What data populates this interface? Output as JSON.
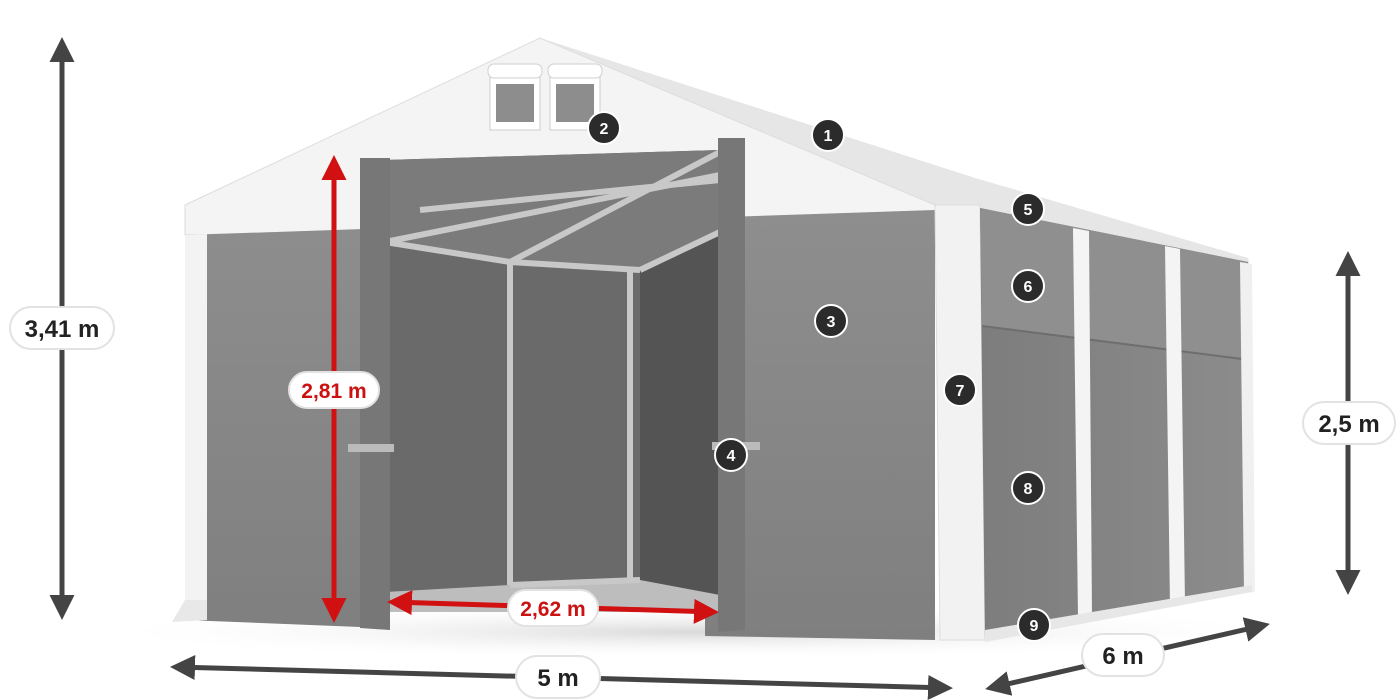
{
  "dimensions": {
    "total_height": "3,41 m",
    "door_height": "2,81 m",
    "door_width": "2,62 m",
    "side_height": "2,5 m",
    "length": "6 m",
    "width": "5 m"
  },
  "markers": [
    "1",
    "2",
    "3",
    "4",
    "5",
    "6",
    "7",
    "8",
    "9"
  ],
  "colors": {
    "dimension_arrow": "#444444",
    "door_arrow": "#d11111",
    "wall": "#8a8a8a",
    "roof": "#f4f4f4",
    "marker_fill": "#2b2b2b"
  }
}
